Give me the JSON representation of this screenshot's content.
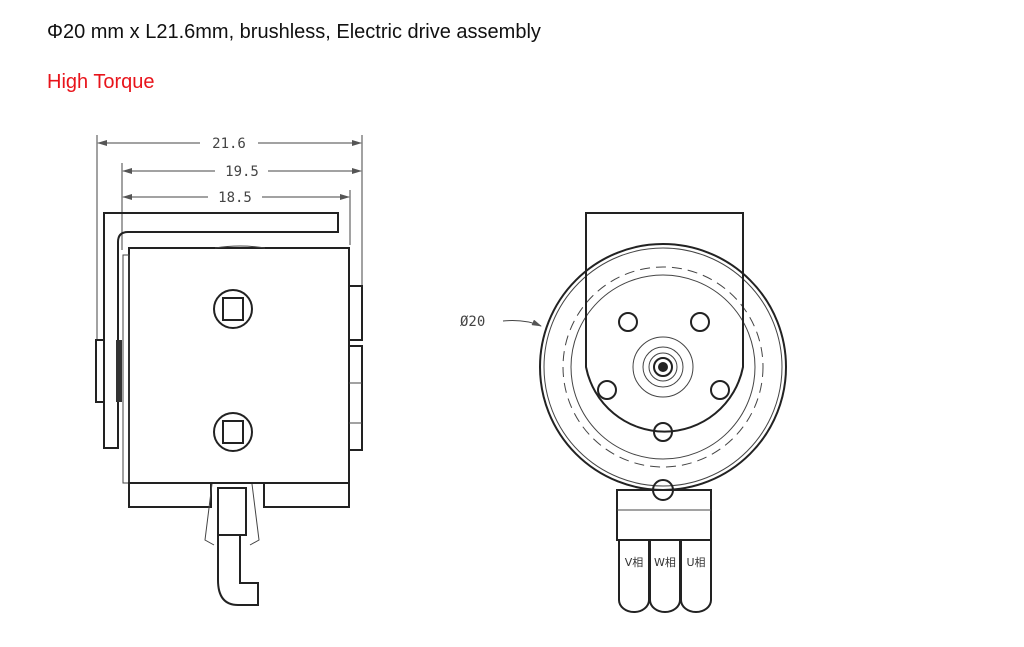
{
  "header": {
    "title": "Φ20 mm x L21.6mm, brushless, Electric drive assembly",
    "subtitle": "High Torque",
    "subtitle_color": "#e8141b"
  },
  "side_view": {
    "dims": {
      "overall": "21.6",
      "middle": "19.5",
      "body": "18.5"
    }
  },
  "front_view": {
    "diameter": "Ø20",
    "phases": [
      "V相",
      "W相",
      "U相"
    ]
  }
}
